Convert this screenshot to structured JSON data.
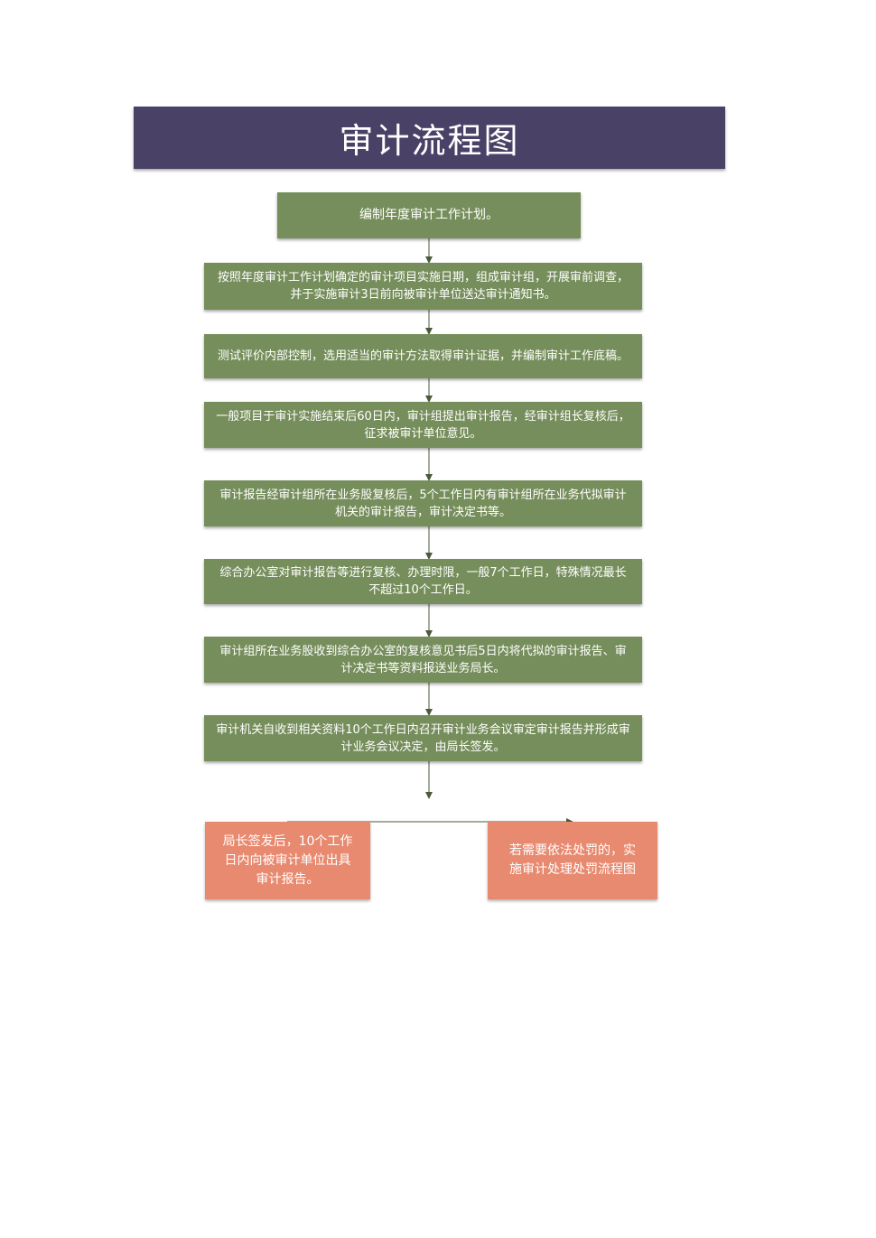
{
  "title": "审计流程图",
  "steps": [
    {
      "text": "编制年度审计工作计划。"
    },
    {
      "text": "按照年度审计工作计划确定的审计项目实施日期，组成审计组，开展审前调查，并于实施审计3日前向被审计单位送达审计通知书。"
    },
    {
      "text": "测试评价内部控制，选用适当的审计方法取得审计证据，并编制审计工作底稿。"
    },
    {
      "text": "一般项目于审计实施结束后60日内，审计组提出审计报告，经审计组长复核后，征求被审计单位意见。"
    },
    {
      "text": "审计报告经审计组所在业务股复核后，5个工作日内有审计组所在业务代拟审计机关的审计报告，审计决定书等。"
    },
    {
      "text": "综合办公室对审计报告等进行复核、办理时限，一般7个工作日，特殊情况最长不超过10个工作日。"
    },
    {
      "text": "审计组所在业务股收到综合办公室的复核意见书后5日内将代拟的审计报告、审计决定书等资料报送业务局长。"
    },
    {
      "text": "审计机关自收到相关资料10个工作日内召开审计业务会议审定审计报告并形成审计业务会议决定，由局长签发。"
    }
  ],
  "outcomes": {
    "left": "局长签发后，10个工作日内向被审计单位出具审计报告。",
    "right": "若需要依法处罚的，实施审计处理处罚流程图"
  },
  "colors": {
    "title_bg": "#4a4166",
    "step_bg": "#768e5b",
    "outcome_bg": "#e88a70",
    "arrow": "#4a5a3a"
  }
}
